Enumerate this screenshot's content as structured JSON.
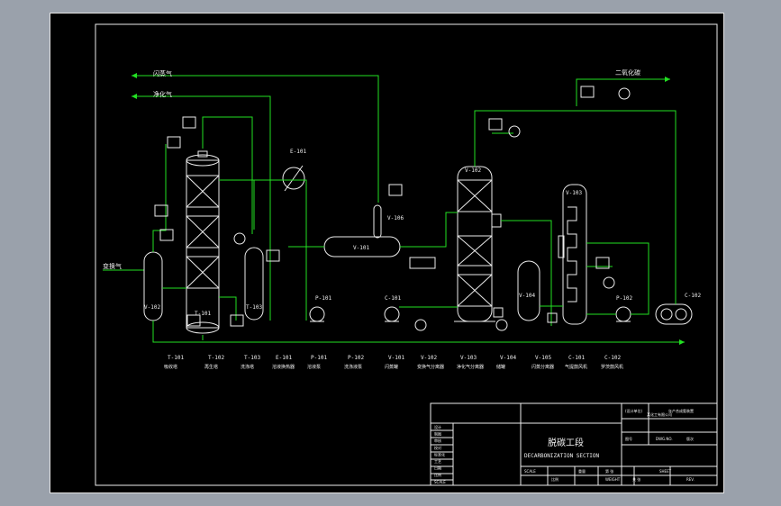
{
  "streams": {
    "flash_gas": "闪蒸气",
    "purified_gas": "净化气",
    "co2": "二氧化碳",
    "shift_gas": "变换气"
  },
  "vessel_tags": {
    "e101": "E-101",
    "v106": "V-106",
    "v101": "V-101",
    "v102_col": "V-102",
    "v103_col": "V-103",
    "t101": "T-101",
    "v102_l": "V-102",
    "t103": "T-103",
    "p101": "P-101",
    "c101": "C-101",
    "v104": "V-104",
    "p102": "P-102",
    "c102": "C-102"
  },
  "equipment_list": [
    {
      "tag": "T-101",
      "name": "吸收塔"
    },
    {
      "tag": "T-102",
      "name": "再生塔"
    },
    {
      "tag": "T-103",
      "name": "洗涤塔"
    },
    {
      "tag": "E-101",
      "name": "溶液换热器"
    },
    {
      "tag": "P-101",
      "name": "溶液泵"
    },
    {
      "tag": "P-102",
      "name": "洗涤液泵"
    },
    {
      "tag": "V-101",
      "name": "闪蒸罐"
    },
    {
      "tag": "V-102",
      "name": "变换气分离器"
    },
    {
      "tag": "V-103",
      "name": "净化气分离器"
    },
    {
      "tag": "V-104",
      "name": "储罐"
    },
    {
      "tag": "V-105",
      "name": "闪蒸分离器"
    },
    {
      "tag": "C-101",
      "name": "气提鼓风机"
    },
    {
      "tag": "C-102",
      "name": "罗茨鼓风机"
    }
  ],
  "title_block": {
    "title_cn": "脱碳工段",
    "title_en": "DECARBONIZATION SECTION",
    "left_rows": [
      "设计",
      "制图",
      "审核",
      "校对",
      "标准化",
      "工艺",
      "日期",
      "比例",
      "SCALE"
    ],
    "right_top": [
      "(设计单位)",
      "某化工有限公司",
      "年产合成氨装置"
    ],
    "right_mid": [
      "图号",
      "DWG.NO.",
      "版次"
    ],
    "bottom": [
      "SCALE",
      "比例",
      "重量",
      "WEIGHT",
      "第 张",
      "共 张",
      "SHEET",
      "REV."
    ]
  }
}
